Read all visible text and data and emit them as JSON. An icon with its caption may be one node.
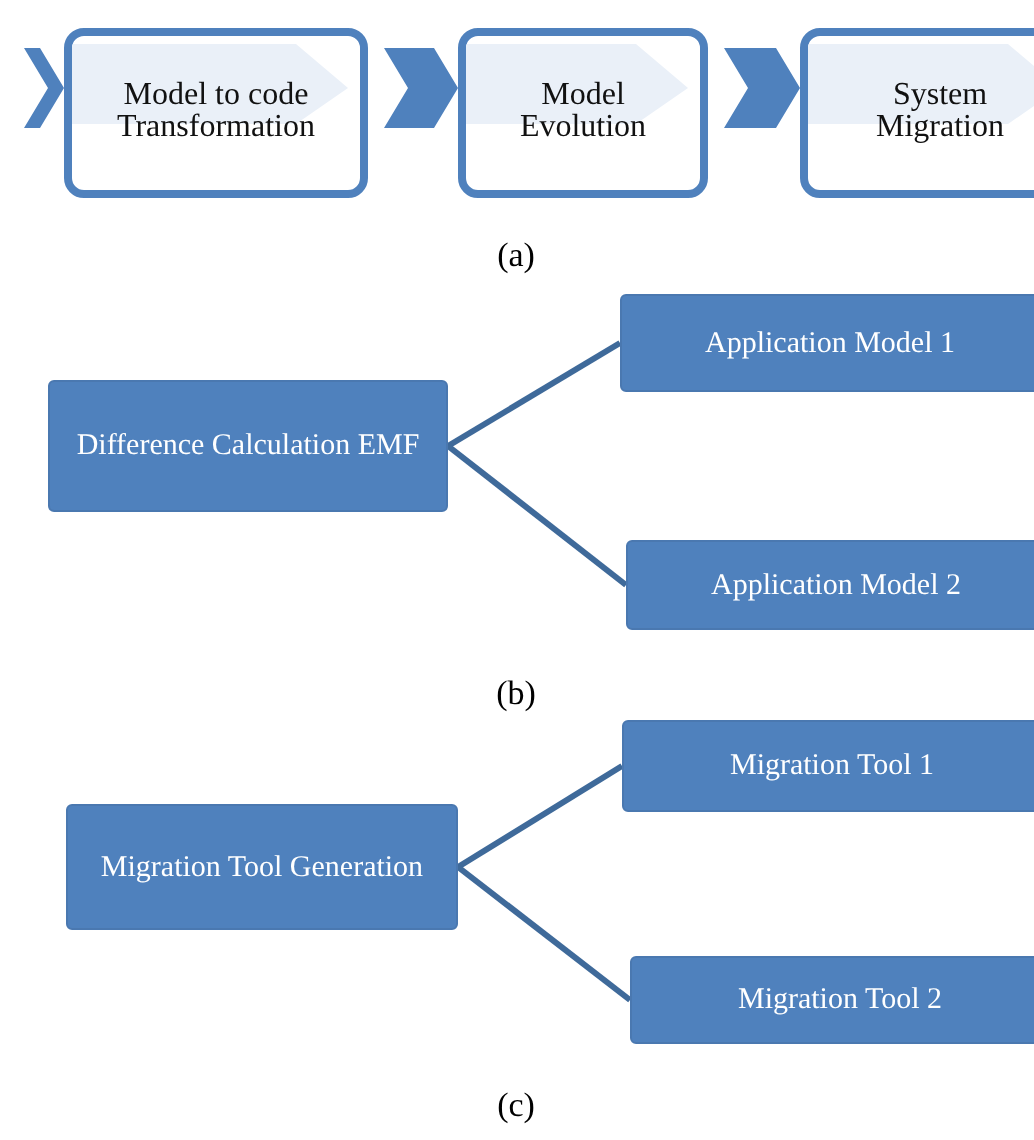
{
  "diagram": {
    "nodes": [
      {
        "text": [
          "Model to code Transformation"
        ]
      },
      {
        "text": [
          "Model Evolution"
        ]
      },
      {
        "text": [
          "System Migration"
        ]
      },
      {
        "text": [
          "Difference Calculation EMF"
        ]
      },
      {
        "text": [
          "Application Model 1"
        ]
      },
      {
        "text": [
          "Application Model 2"
        ]
      },
      {
        "text": [
          "Migration Tool Generation"
        ]
      },
      {
        "text": [
          "Migration Tool 1"
        ]
      },
      {
        "text": [
          "Migration Tool 2"
        ]
      }
    ],
    "edges": [
      {
        "from": null,
        "to": 0,
        "arrow": "to"
      },
      {
        "from": 0,
        "to": 1,
        "arrow": "to"
      },
      {
        "from": 1,
        "to": 2,
        "arrow": "to"
      },
      {
        "from": 3,
        "to": 4,
        "arrow": "none"
      },
      {
        "from": 3,
        "to": 5,
        "arrow": "none"
      },
      {
        "from": 6,
        "to": 7,
        "arrow": "none"
      },
      {
        "from": 6,
        "to": 8,
        "arrow": "none"
      }
    ],
    "labels": [
      "(a)",
      "(b)",
      "(c)"
    ]
  }
}
